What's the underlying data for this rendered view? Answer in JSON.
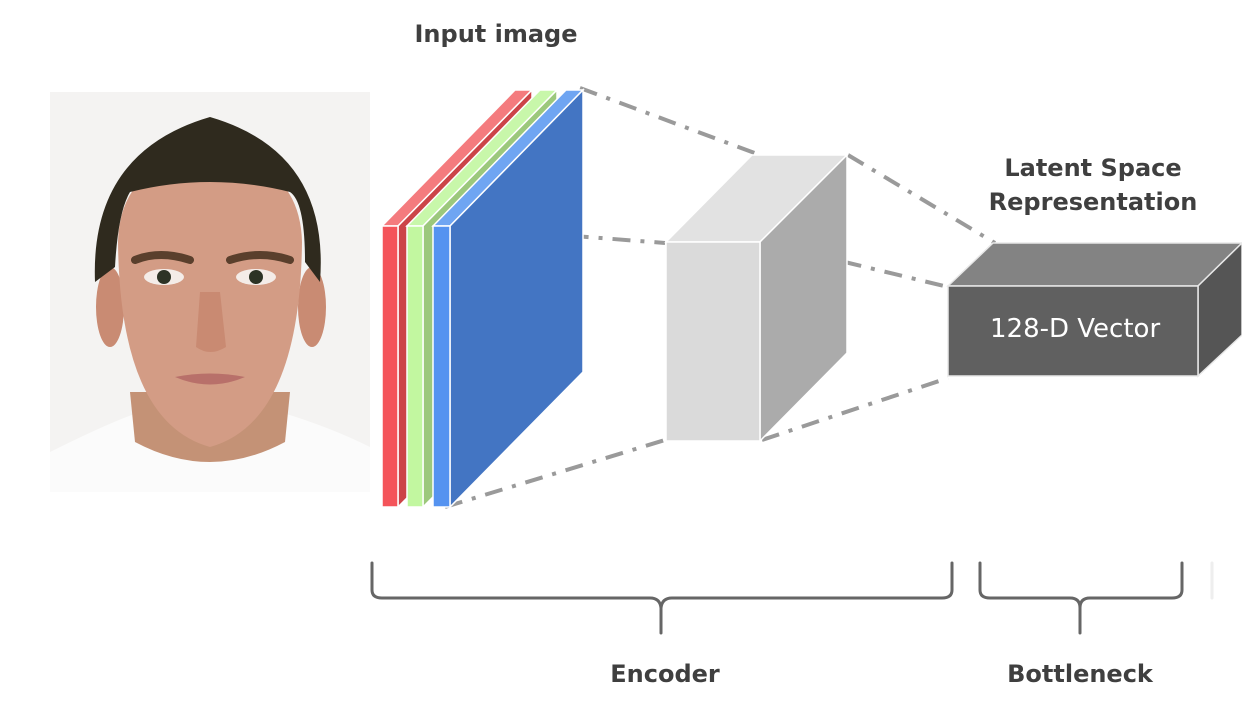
{
  "title": "Autoencoder encoder architecture",
  "labels": {
    "input_image": "Input image",
    "latent_line1": "Latent Space",
    "latent_line2": "Representation",
    "vector": "128-D Vector",
    "encoder": "Encoder",
    "bottleneck": "Bottleneck"
  },
  "input_photo": {
    "description": "Frontal portrait of an averaged male face on a light background"
  },
  "channels": [
    {
      "name": "red-channel",
      "front": "#f4545a",
      "side": "#cc4448",
      "top": "#f47b7e"
    },
    {
      "name": "green-channel",
      "front": "#c2f7a0",
      "side": "#9cc87c",
      "top": "#c8f7aa"
    },
    {
      "name": "blue-channel",
      "front": "#5593f0",
      "side": "#4375c3",
      "top": "#6fa5f2"
    }
  ],
  "colors": {
    "connector": "#9a9a9a",
    "mid_block_front": "#dadada",
    "mid_block_top": "#e2e2e2",
    "mid_block_side": "#ababab",
    "latent_front": "#606060",
    "latent_top": "#838383",
    "latent_side": "#555555",
    "brace": "#666666",
    "text": "#3f3f3f"
  }
}
